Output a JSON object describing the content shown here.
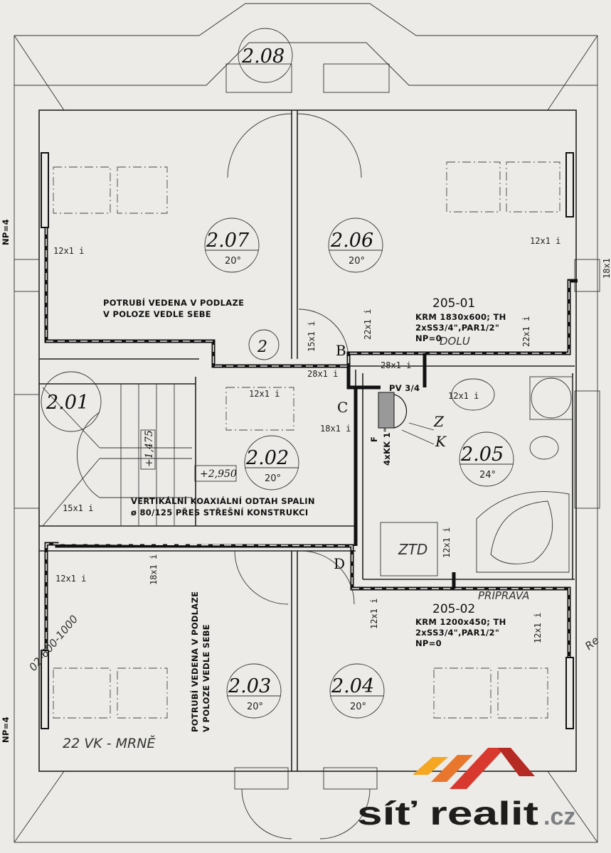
{
  "rooms": [
    {
      "id": "2.08",
      "temp": ""
    },
    {
      "id": "2.07",
      "temp": "20°"
    },
    {
      "id": "2.06",
      "temp": "20°"
    },
    {
      "id": "2.01",
      "temp": ""
    },
    {
      "id": "2.02",
      "temp": "20°"
    },
    {
      "id": "2.05",
      "temp": "24°"
    },
    {
      "id": "2.03",
      "temp": "20°"
    },
    {
      "id": "2.04",
      "temp": "20°"
    }
  ],
  "stair_marker": "2",
  "elevations": [
    "+1,475",
    "+2,950"
  ],
  "notes": {
    "pipes_top": [
      "POTRUBÍ VEDENA V PODLAZE",
      "V POLOZE VEDLE SEBE"
    ],
    "pipes_bottom": [
      "POTRUBÍ VEDENA V PODLAZE",
      "V POLOZE VEDLE SEBE"
    ],
    "flue": [
      "VERTIKÁLNÍ KOAXIÁLNÍ ODTAH SPALIN",
      "ø 80/125 PŘES STŘEŠNÍ KONSTRUKCI"
    ]
  },
  "radiators": [
    {
      "code": "205-01",
      "lines": [
        "KRM 1830x600; TH",
        "2xSS3/4\",PAR1/2\"",
        "NP=0"
      ]
    },
    {
      "code": "205-02",
      "lines": [
        "KRM 1200x450; TH",
        "2xSS3/4\",PAR1/2\"",
        "NP=0"
      ]
    }
  ],
  "pipe_labels": [
    "12x1 i",
    "12x1 i",
    "22x1 i",
    "22x1 i",
    "15x1 i",
    "28x1 i",
    "28x1 i",
    "12x1 i",
    "18x1 i",
    "12x1 i",
    "15x1 i",
    "12x1 i",
    "18x1 i",
    "12x1 i",
    "12x1 i",
    "12x1 i"
  ],
  "points": [
    "B",
    "C",
    "D",
    "Z",
    "K"
  ],
  "boiler": {
    "pv": "PV 3/4",
    "kk": "4xKK 1\"",
    "f": "F"
  },
  "side_marks": [
    "NP=4",
    "NP=4",
    "18x1"
  ],
  "handwritten": [
    "DOLU",
    "PŘÍPRAVA",
    "ZTD",
    "02-600-1000",
    "22 VK - MRNĚ",
    "Re"
  ],
  "logo": {
    "name": "síť realit",
    "tld": ".cz",
    "colors": [
      "#f5a623",
      "#e8762c",
      "#d9382e",
      "#b52a22"
    ]
  }
}
